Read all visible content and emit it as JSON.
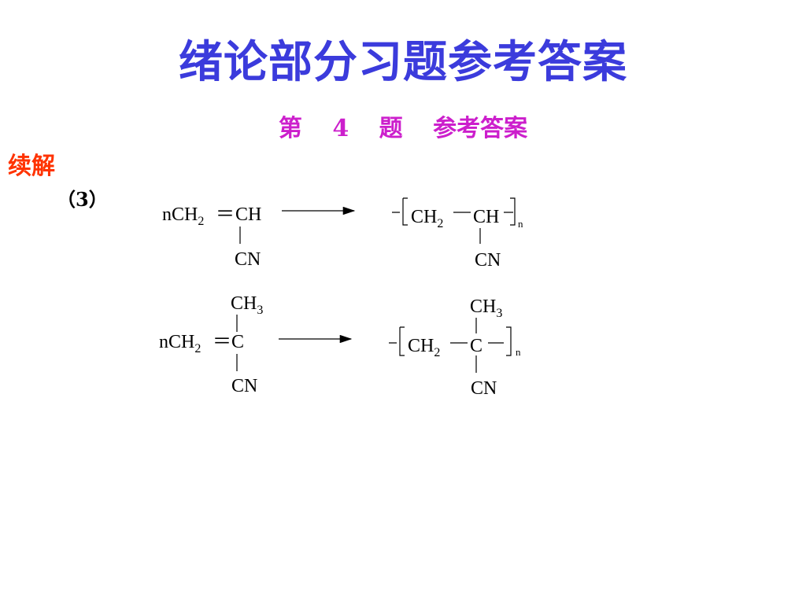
{
  "slide": {
    "title": "绪论部分习题参考答案",
    "subtitle": {
      "prefix": "第",
      "number": "4",
      "word": "题",
      "suffix": "参考答案"
    },
    "continuation_label": "续解",
    "part_label": "（3）"
  },
  "reactions": [
    {
      "reactant": {
        "coef": "n",
        "left_group": "CH",
        "left_sub": "2",
        "double_bond": "＝",
        "center": "CH",
        "bottom": "CN",
        "top": "",
        "top_sub": ""
      },
      "product": {
        "left_group": "CH",
        "left_sub": "2",
        "single_bond": "—",
        "center": "CH",
        "bottom": "CN",
        "top": "",
        "top_sub": "",
        "repeat": "n"
      }
    },
    {
      "reactant": {
        "coef": "n",
        "left_group": "CH",
        "left_sub": "2",
        "double_bond": "＝",
        "center": "C",
        "bottom": "CN",
        "top": "CH",
        "top_sub": "3"
      },
      "product": {
        "left_group": "CH",
        "left_sub": "2",
        "single_bond": "—",
        "center": "C",
        "bottom": "CN",
        "top": "CH",
        "top_sub": "3",
        "repeat": "n"
      }
    }
  ]
}
